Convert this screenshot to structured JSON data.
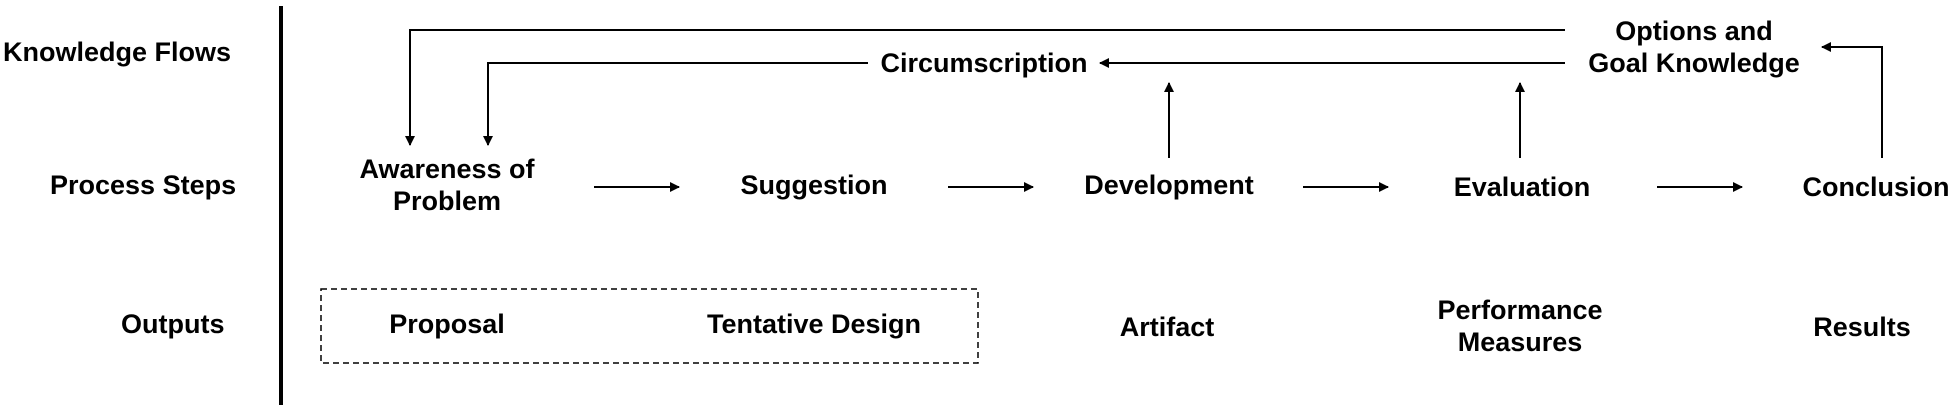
{
  "row_labels": {
    "knowledge_flows": "Knowledge Flows",
    "process_steps": "Process Steps",
    "outputs": "Outputs"
  },
  "knowledge": {
    "circumscription": "Circumscription",
    "options_line1": "Options and",
    "options_line2": "Goal Knowledge"
  },
  "steps": {
    "awareness_line1": "Awareness of",
    "awareness_line2": "Problem",
    "suggestion": "Suggestion",
    "development": "Development",
    "evaluation": "Evaluation",
    "conclusion": "Conclusion"
  },
  "outputs": {
    "proposal": "Proposal",
    "tentative_design": "Tentative Design",
    "artifact": "Artifact",
    "performance_line1": "Performance",
    "performance_line2": "Measures",
    "results": "Results"
  }
}
